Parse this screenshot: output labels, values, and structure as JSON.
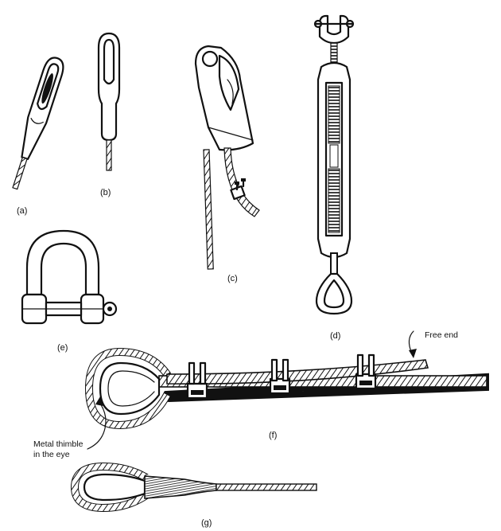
{
  "labels": {
    "a": "(a)",
    "b": "(b)",
    "c": "(c)",
    "d": "(d)",
    "e": "(e)",
    "f": "(f)",
    "g": "(g)"
  },
  "annotations": {
    "free_end": "Free end",
    "thimble_line1": "Metal thimble",
    "thimble_line2": "in the eye"
  }
}
